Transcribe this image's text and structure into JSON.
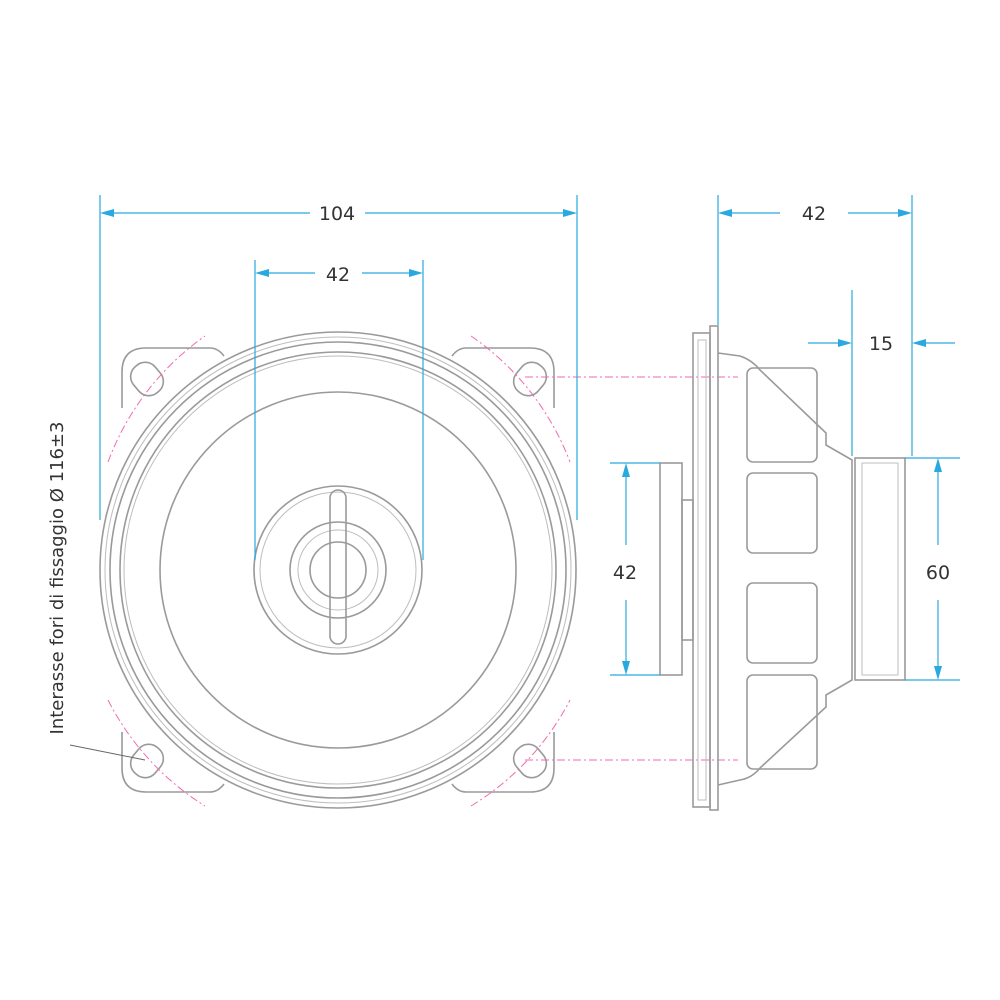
{
  "dimensions": {
    "front_overall_width": "104",
    "front_tweeter_width": "42",
    "side_depth": "42",
    "side_magnet_depth": "15",
    "side_tweeter_height": "42",
    "side_magnet_diameter": "60"
  },
  "annotation": {
    "mounting_holes": "Interasse fori di fissaggio Ø 116±3"
  },
  "colors": {
    "dimension_lines": "#29a9e0",
    "center_lines": "#f06ab0",
    "drawing": "#9a9a9a"
  }
}
